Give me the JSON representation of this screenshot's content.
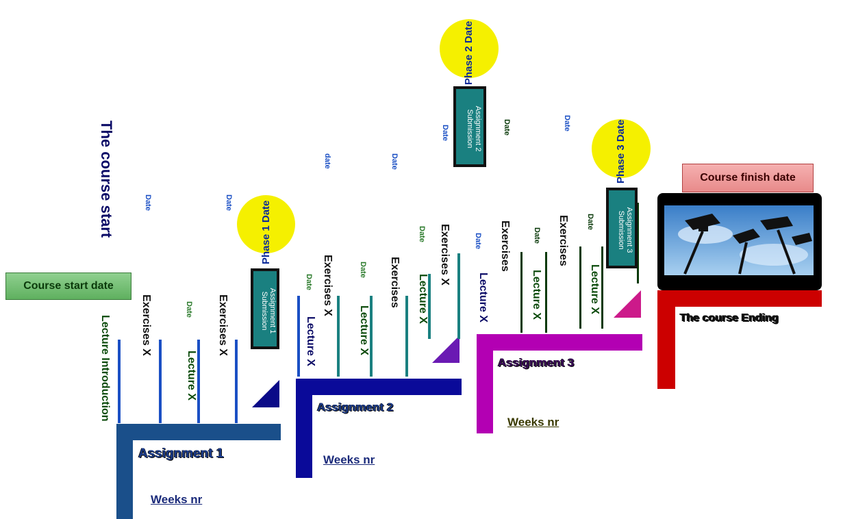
{
  "start_button": "Course start date",
  "finish_button": "Course finish date",
  "course_start": "The course start",
  "course_ending": "The course Ending",
  "date": "Date",
  "date_lower": "date",
  "weeks": "Weeks nr",
  "assignments": [
    "Assignment 1",
    "Assignment 2",
    "Assignment 3"
  ],
  "phases": [
    "Phase 1 Date",
    "Phase 2 Date",
    "Phase 3 Date"
  ],
  "submissions": [
    "Assignment 1 Submission",
    "Assignment 2 Submission",
    "Assignment 3 Submission"
  ],
  "lecture_intro": "Lecture Introduction",
  "lecture_x": "Lecture X",
  "exercises_x": "Exercises X",
  "exercises": "Exercises",
  "colors": {
    "assignment1": "#1a4f8a",
    "assignment2": "#0a0a99",
    "assignment3": "#b300b3",
    "ending": "#cc0000",
    "teal": "#1a8080",
    "phase_circle": "#f5f000"
  }
}
